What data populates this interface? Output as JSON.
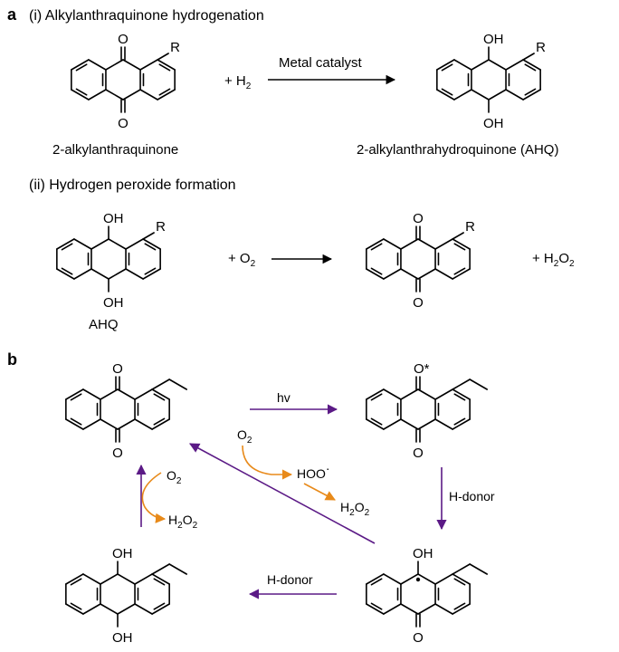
{
  "panel_a": {
    "letter": "a",
    "step1_title": "(i) Alkylanthraquinone hydrogenation",
    "step2_title": "(ii) Hydrogen peroxide formation",
    "reactant1_name": "2-alkylanthraquinone",
    "product1_name": "2-alkylanthrahydroquinone (AHQ)",
    "ahq_name": "AHQ",
    "catalyst_label": "Metal catalyst",
    "plus_h2": {
      "text": "+ H",
      "sub": "2"
    },
    "plus_o2": {
      "text": "+ O",
      "sub": "2"
    },
    "plus_h2o2": {
      "pre": "+ H",
      "sub1": "2",
      "mid": "O",
      "sub2": "2"
    },
    "oxygen": "O",
    "hydroxyl": "OH",
    "substituent": "R"
  },
  "panel_b": {
    "letter": "b",
    "hv_label": "hv",
    "h_donor_label": "H-donor",
    "excited_oxygen": "O*",
    "hydroxyl": "OH",
    "oxygen": "O",
    "o2": {
      "text": "O",
      "sub": "2"
    },
    "h2o2": {
      "pre": "H",
      "sub1": "2",
      "mid": "O",
      "sub2": "2"
    },
    "hoo_radical": "HOO",
    "radical_dot": "·"
  },
  "colors": {
    "purple_arrow": "#5b1a86",
    "orange_arrow": "#e88a1a",
    "ink": "#000000"
  }
}
